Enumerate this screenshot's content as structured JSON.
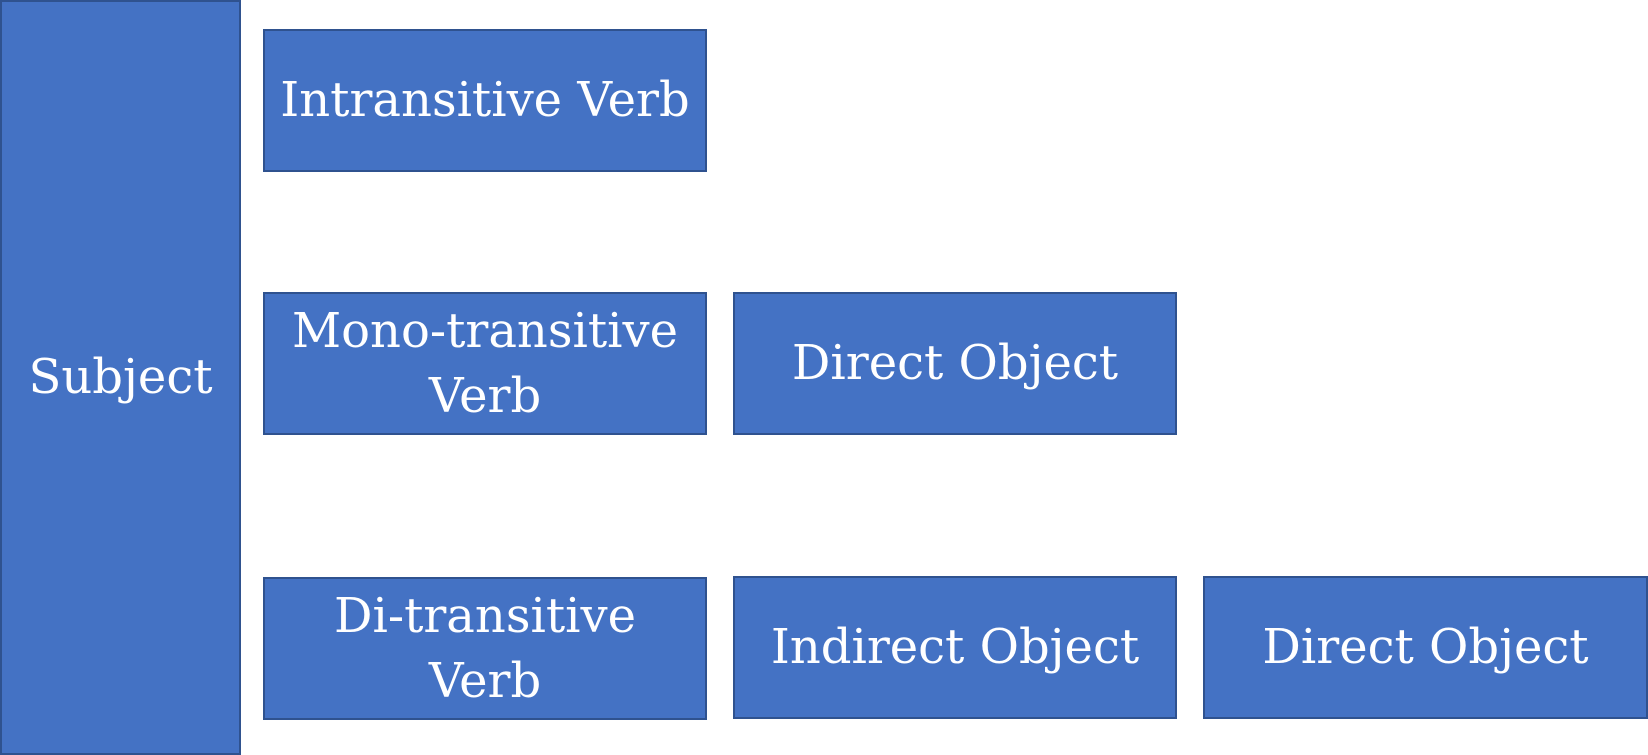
{
  "diagram": {
    "subject": "Subject",
    "rows": [
      {
        "verb": "Intransitive Verb"
      },
      {
        "verb": "Mono-transitive Verb",
        "objects": [
          "Direct Object"
        ]
      },
      {
        "verb": "Di-transitive Verb",
        "objects": [
          "Indirect Object",
          "Direct Object"
        ]
      }
    ],
    "colors": {
      "box_fill": "#4472c4",
      "box_border": "#2f528f",
      "text": "#ffffff"
    }
  }
}
